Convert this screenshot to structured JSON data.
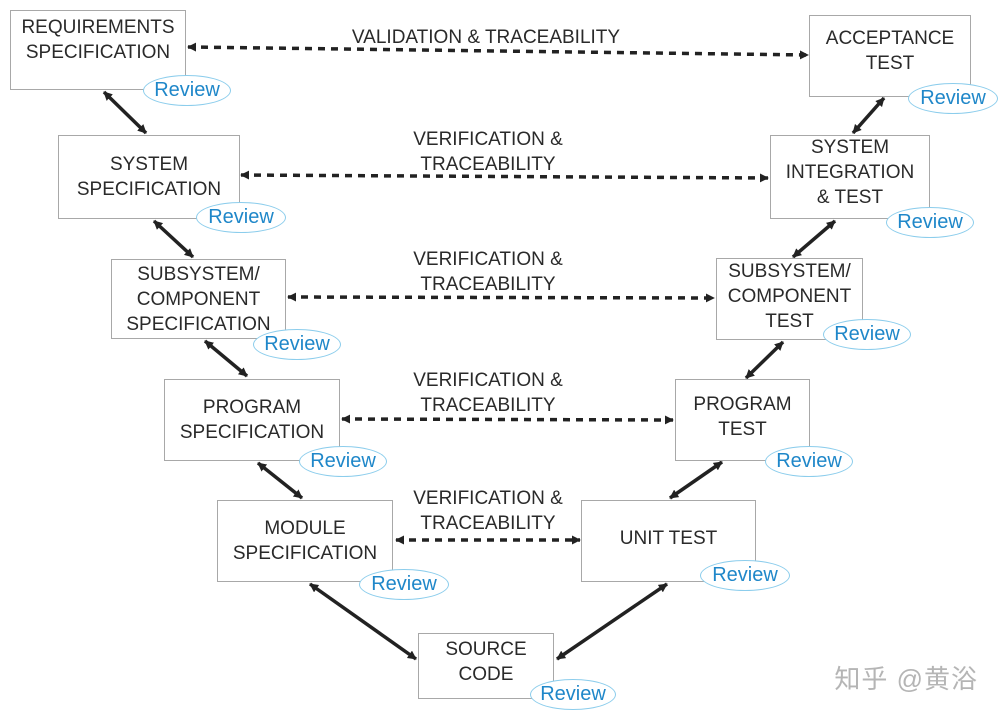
{
  "left": {
    "requirements": {
      "label": "REQUIREMENTS\nSPECIFICATION",
      "review": "Review"
    },
    "system": {
      "label": "SYSTEM\nSPECIFICATION",
      "review": "Review"
    },
    "subsystem": {
      "label": "SUBSYSTEM/\nCOMPONENT\nSPECIFICATION",
      "review": "Review"
    },
    "program": {
      "label": "PROGRAM\nSPECIFICATION",
      "review": "Review"
    },
    "module": {
      "label": "MODULE\nSPECIFICATION",
      "review": "Review"
    }
  },
  "bottom": {
    "source_code": {
      "label": "SOURCE\nCODE",
      "review": "Review"
    }
  },
  "right": {
    "acceptance": {
      "label": "ACCEPTANCE\nTEST",
      "review": "Review"
    },
    "system_integration": {
      "label": "SYSTEM\nINTEGRATION\n& TEST",
      "review": "Review"
    },
    "subsystem_test": {
      "label": "SUBSYSTEM/\nCOMPONENT\nTEST",
      "review": "Review"
    },
    "program_test": {
      "label": "PROGRAM\nTEST",
      "review": "Review"
    },
    "unit_test": {
      "label": "UNIT TEST",
      "review": "Review"
    }
  },
  "connectors": {
    "validation": "VALIDATION & TRACEABILITY",
    "verification_1": "VERIFICATION &\nTRACEABILITY",
    "verification_2": "VERIFICATION &\nTRACEABILITY",
    "verification_3": "VERIFICATION &\nTRACEABILITY",
    "verification_4": "VERIFICATION &\nTRACEABILITY"
  },
  "watermark": "知乎 @黄浴",
  "colors": {
    "review_text": "#1f87c9",
    "review_border": "#8ccdec",
    "box_border": "#a8a8a8",
    "arrow": "#222222"
  }
}
